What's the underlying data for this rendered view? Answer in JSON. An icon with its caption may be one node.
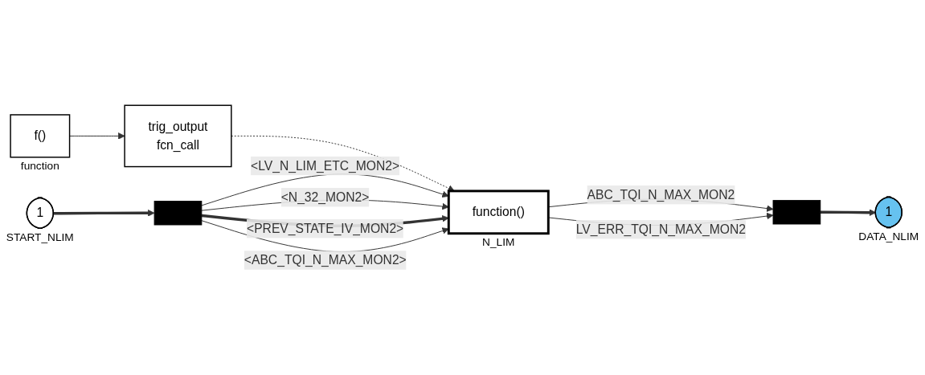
{
  "diagram": {
    "nodes": [
      {
        "text": [
          "f()"
        ],
        "beside": [
          "function"
        ]
      },
      {
        "text": [
          "trig_output",
          "fcn_call"
        ]
      },
      {
        "text": [],
        "shape": "bar"
      },
      {
        "text": [
          "function()"
        ],
        "beside": [
          "N_LIM"
        ]
      },
      {
        "text": [],
        "shape": "bar"
      },
      {
        "text": [
          "1"
        ],
        "beside": [
          "START_NLIM"
        ]
      },
      {
        "text": [
          "1"
        ],
        "beside": [
          "DATA_NLIM"
        ]
      }
    ],
    "edges": [
      {
        "from": 0,
        "to": 1,
        "arrow": "to"
      },
      {
        "from": 1,
        "to": 3,
        "arrow": "to",
        "style": "dashed"
      },
      {
        "from": 5,
        "to": 2,
        "arrow": "to",
        "style": "thick"
      },
      {
        "from": 2,
        "to": 3,
        "arrow": "to",
        "label": "<LV_N_LIM_ETC_MON2>"
      },
      {
        "from": 2,
        "to": 3,
        "arrow": "to",
        "label": "<N_32_MON2>"
      },
      {
        "from": 2,
        "to": 3,
        "arrow": "to",
        "label": "<PREV_STATE_IV_MON2>",
        "style": "thick"
      },
      {
        "from": 2,
        "to": 3,
        "arrow": "to",
        "label": "<ABC_TQI_N_MAX_MON2>"
      },
      {
        "from": 3,
        "to": 4,
        "arrow": "to",
        "label": "ABC_TQI_N_MAX_MON2"
      },
      {
        "from": 3,
        "to": 4,
        "arrow": "to",
        "label": "LV_ERR_TQI_N_MAX_MON2"
      },
      {
        "from": 4,
        "to": 6,
        "arrow": "to",
        "style": "thick"
      }
    ]
  }
}
